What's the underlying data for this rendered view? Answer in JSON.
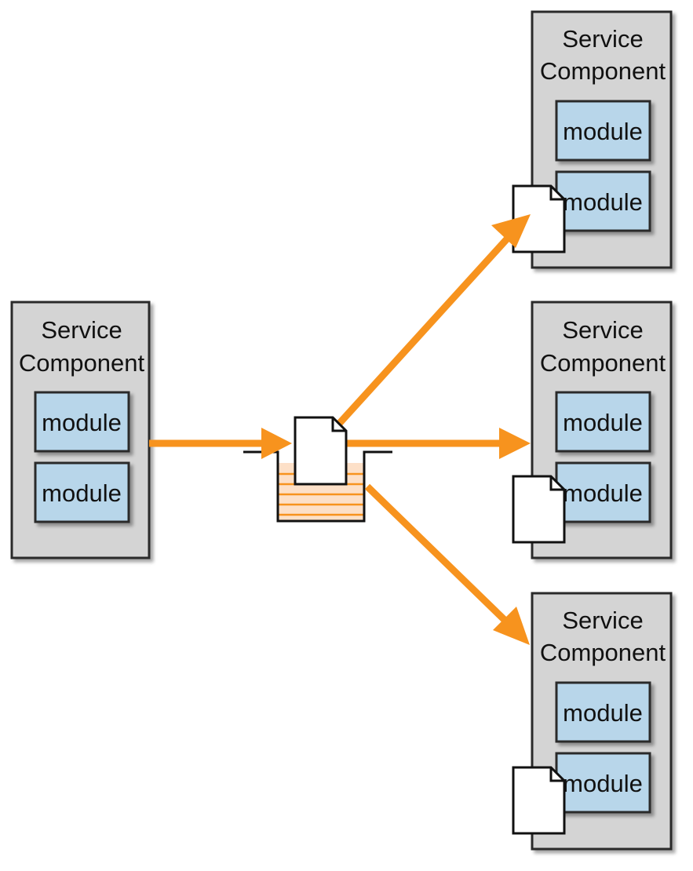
{
  "colors": {
    "component_fill": "#d4d4d4",
    "component_border": "#2b2b2b",
    "module_fill": "#b8d6ea",
    "arrow": "#f7931e",
    "queue_fill": "#fde0c8",
    "queue_stripe": "#f7931e",
    "document_fill": "#ffffff"
  },
  "publisher": {
    "title_line1": "Service",
    "title_line2": "Component",
    "modules": [
      "module",
      "module"
    ]
  },
  "subscribers": [
    {
      "title_line1": "Service",
      "title_line2": "Component",
      "modules": [
        "module",
        "module"
      ],
      "has_document": true
    },
    {
      "title_line1": "Service",
      "title_line2": "Component",
      "modules": [
        "module",
        "module"
      ],
      "has_document": true
    },
    {
      "title_line1": "Service",
      "title_line2": "Component",
      "modules": [
        "module",
        "module"
      ],
      "has_document": true
    }
  ],
  "queue": {
    "icon": "topic-queue-icon",
    "message_icon": "document-icon"
  }
}
